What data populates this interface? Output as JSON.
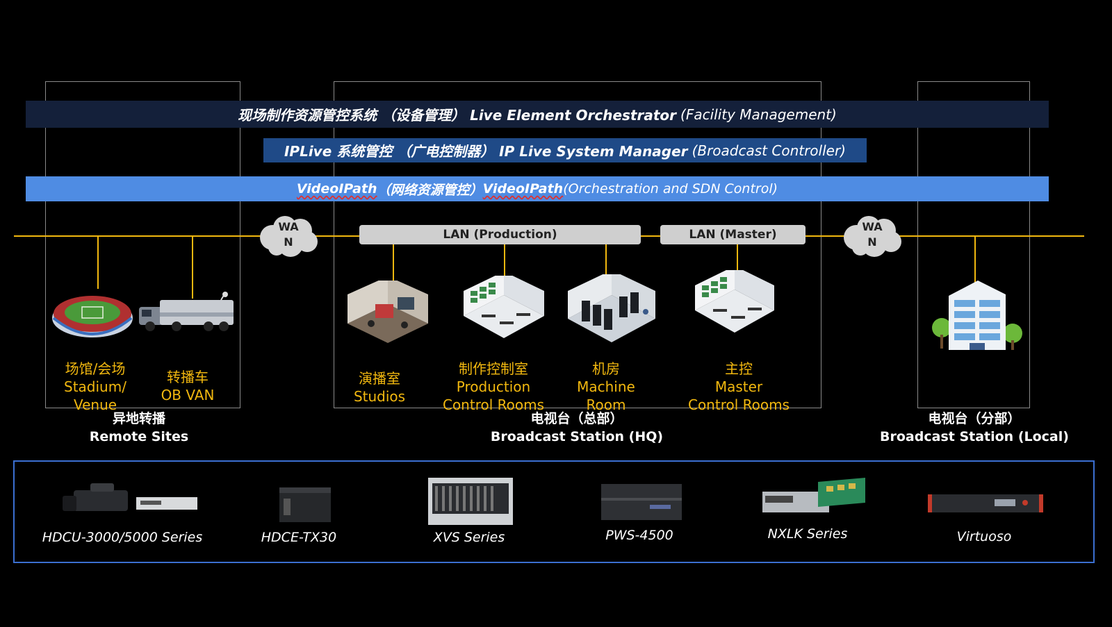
{
  "bars": {
    "facility": {
      "main": "现场制作资源管控系统 （设备管理） Live Element Orchestrator",
      "sub": "(Facility Management)"
    },
    "controller": {
      "main": "IPLive 系统管控 （广电控制器） IP Live System Manager",
      "sub": "(Broadcast Controller)"
    },
    "orchestration": {
      "prefix": "VideoIPath",
      "middle": " （网络资源管控） ",
      "prefix2": "VideoIPath",
      "sub": " (Orchestration and SDN Control)"
    }
  },
  "network": {
    "wan_left": [
      "WA",
      "N"
    ],
    "wan_right": [
      "WA",
      "N"
    ],
    "lan_production": "LAN (Production)",
    "lan_master": "LAN (Master)"
  },
  "sites": {
    "stadium": [
      "场馆/会场",
      "Stadium/",
      "Venue"
    ],
    "obvan": [
      "转播车",
      "OB VAN"
    ],
    "studios": [
      "演播室",
      "Studios"
    ],
    "production": [
      "制作控制室",
      "Production",
      "Control Rooms"
    ],
    "machine": [
      "机房",
      "Machine",
      "Room"
    ],
    "master": [
      "主控",
      "Master",
      "Control Rooms"
    ]
  },
  "zones": {
    "remote": [
      "异地转播",
      "Remote Sites"
    ],
    "hq": [
      "电视台（总部）",
      "Broadcast Station (HQ)"
    ],
    "local": [
      "电视台（分部）",
      "Broadcast Station (Local)"
    ]
  },
  "products": [
    "HDCU-3000/5000 Series",
    "HDCE-TX30",
    "XVS Series",
    "PWS-4500",
    "NXLK Series",
    "Virtuoso"
  ],
  "colors": {
    "accent": "#f2b80f",
    "bar_dark": "#14203a",
    "bar_mid": "#1f4a87",
    "bar_light": "#4f8ce3",
    "border_blue": "#3b6fd1"
  }
}
